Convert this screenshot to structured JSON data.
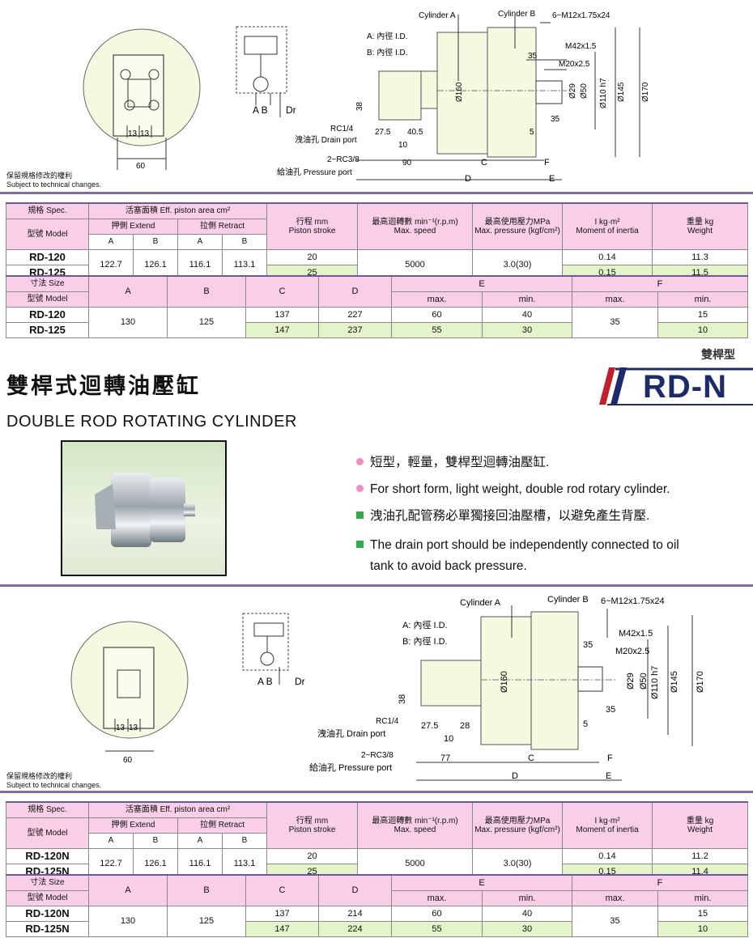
{
  "colors": {
    "accent_purple": "#6a5a95",
    "pink_header": "#f8cfe6",
    "green_row": "#e5f3c9",
    "title_red": "#c0202a",
    "title_navy": "#1d2a6c"
  },
  "top_drawing": {
    "note_cn": "保留規格修改的權利",
    "note_en": "Subject to technical changes.",
    "cylA": "Cylinder A",
    "cylB": "Cylinder B",
    "thread": "6~M12x1.75x24",
    "a_id": "A:  內徑  I.D.",
    "b_id": "B:  內徑  I.D.",
    "m42": "M42x1.5",
    "m20": "M20x2.5",
    "d35a": "35",
    "d35b": "35",
    "d5": "5",
    "d160": "Ø160",
    "d29": "Ø29",
    "d50": "Ø50",
    "d110": "Ø110 h7",
    "d145": "Ø145",
    "d170": "Ø170",
    "d38": "38",
    "rc14": "RC1/4",
    "drain": "洩油孔 Drain port",
    "d275": "27.5",
    "d405": "40.5",
    "d10": "10",
    "rc38": "2~RC3/8",
    "d90": "90",
    "c": "C",
    "d": "D",
    "e": "E",
    "f": "F",
    "pressure": "給油孔 Pressure port",
    "d13a": "13",
    "d13b": "13",
    "d60": "60",
    "ab": "A B",
    "dr": "Dr"
  },
  "spec1": {
    "spec_label": "規格 Spec.",
    "model_label": "型號 Model",
    "area_cn": "活塞面積",
    "area_en": "Eff. piston area",
    "area_unit": "cm²",
    "extend": "押側 Extend",
    "retract": "拉側 Retract",
    "a": "A",
    "b": "B",
    "stroke_cn": "行程       mm",
    "stroke_en": "Piston stroke",
    "speed_cn": "最高迴轉數 min⁻¹(r.p.m)",
    "speed_en": "Max. speed",
    "press_cn": "最高使用壓力MPa",
    "press_en": "Max. pressure (kgf/cm²)",
    "inertia_cn": "I     kg·m²",
    "inertia_en": "Moment of inertia",
    "weight_cn": "重量        kg",
    "weight_en": "Weight",
    "rows": [
      {
        "model": "RD-120",
        "ea": "122.7",
        "eb": "126.1",
        "ra": "116.1",
        "rb": "113.1",
        "stroke": "20",
        "speed": "5000",
        "press": "3.0(30)",
        "inertia": "0.14",
        "weight": "11.3"
      },
      {
        "model": "RD-125",
        "stroke": "25",
        "inertia": "0.15",
        "weight": "11.5"
      }
    ]
  },
  "size1": {
    "size_label": "寸法 Size",
    "model_label": "型號 Model",
    "a": "A",
    "b": "B",
    "c": "C",
    "d": "D",
    "e": "E",
    "f": "F",
    "max": "max.",
    "min": "min.",
    "rows": [
      {
        "model": "RD-120",
        "a": "130",
        "b": "125",
        "c": "137",
        "d": "227",
        "emax": "60",
        "emin": "40",
        "fmax": "35",
        "fmin": "15"
      },
      {
        "model": "RD-125",
        "c": "147",
        "d": "237",
        "emax": "55",
        "emin": "30",
        "fmin": "10"
      }
    ]
  },
  "heading": {
    "type_cn": "雙桿型",
    "title_cn": "雙桿式迴轉油壓缸",
    "title_en": "DOUBLE ROD ROTATING  CYLINDER",
    "badge": "RD-N"
  },
  "bullets": {
    "b1": "短型，輕量，雙桿型迴轉油壓缸.",
    "b2": "For short form, light weight, double rod rotary cylinder.",
    "b3": "洩油孔配管務必單獨接回油壓槽，以避免產生背壓.",
    "b4a": "The drain port should be independently connected to oil",
    "b4b": "tank to avoid back pressure."
  },
  "bottom_drawing": {
    "note_cn": "保留規格修改的權利",
    "note_en": "Subject to technical changes.",
    "cylA": "Cylinder A",
    "cylB": "Cylinder B",
    "thread": "6~M12x1.75x24",
    "a_id": "A:  內徑 I.D.",
    "b_id": "B:  內徑 I.D.",
    "m42": "M42x1.5",
    "m20": "M20x2.5",
    "d35a": "35",
    "d35b": "35",
    "d5": "5",
    "d160": "Ø160",
    "d29": "Ø29",
    "d50": "Ø50",
    "d110": "Ø110 h7",
    "d145": "Ø145",
    "d170": "Ø170",
    "d38": "38",
    "rc14": "RC1/4",
    "drain": "洩油孔  Drain port",
    "d275": "27.5",
    "d28": "28",
    "d10": "10",
    "rc38": "2~RC3/8",
    "d77": "77",
    "c": "C",
    "d": "D",
    "e": "E",
    "f": "F",
    "pressure": "給油孔 Pressure port",
    "d13a": "13",
    "d13b": "13",
    "d60": "60",
    "ab": "A  B",
    "dr": "Dr"
  },
  "spec2": {
    "spec_label": "規格 Spec.",
    "model_label": "型號 Model",
    "area_cn": "活塞面積",
    "area_en": "Eff. piston area",
    "area_unit": "cm²",
    "extend": "押側 Extend",
    "retract": "拉側 Retract",
    "a": "A",
    "b": "B",
    "stroke_cn": "行程       mm",
    "stroke_en": "Piston stroke",
    "speed_cn": "最高迴轉數 min⁻¹(r.p.m)",
    "speed_en": "Max. speed",
    "press_cn": "最高使用壓力MPa",
    "press_en": "Max. pressure (kgf/cm²)",
    "inertia_cn": "I     kg·m²",
    "inertia_en": "Moment of inertia",
    "weight_cn": "重量        kg",
    "weight_en": "Weight",
    "rows": [
      {
        "model": "RD-120N",
        "ea": "122.7",
        "eb": "126.1",
        "ra": "116.1",
        "rb": "113.1",
        "stroke": "20",
        "speed": "5000",
        "press": "3.0(30)",
        "inertia": "0.14",
        "weight": "11.2"
      },
      {
        "model": "RD-125N",
        "stroke": "25",
        "inertia": "0.15",
        "weight": "11.4"
      }
    ]
  },
  "size2": {
    "size_label": "寸法 Size",
    "model_label": "型號 Model",
    "a": "A",
    "b": "B",
    "c": "C",
    "d": "D",
    "e": "E",
    "f": "F",
    "max": "max.",
    "min": "min.",
    "rows": [
      {
        "model": "RD-120N",
        "a": "130",
        "b": "125",
        "c": "137",
        "d": "214",
        "emax": "60",
        "emin": "40",
        "fmax": "35",
        "fmin": "15"
      },
      {
        "model": "RD-125N",
        "c": "147",
        "d": "224",
        "emax": "55",
        "emin": "30",
        "fmin": "10"
      }
    ]
  }
}
